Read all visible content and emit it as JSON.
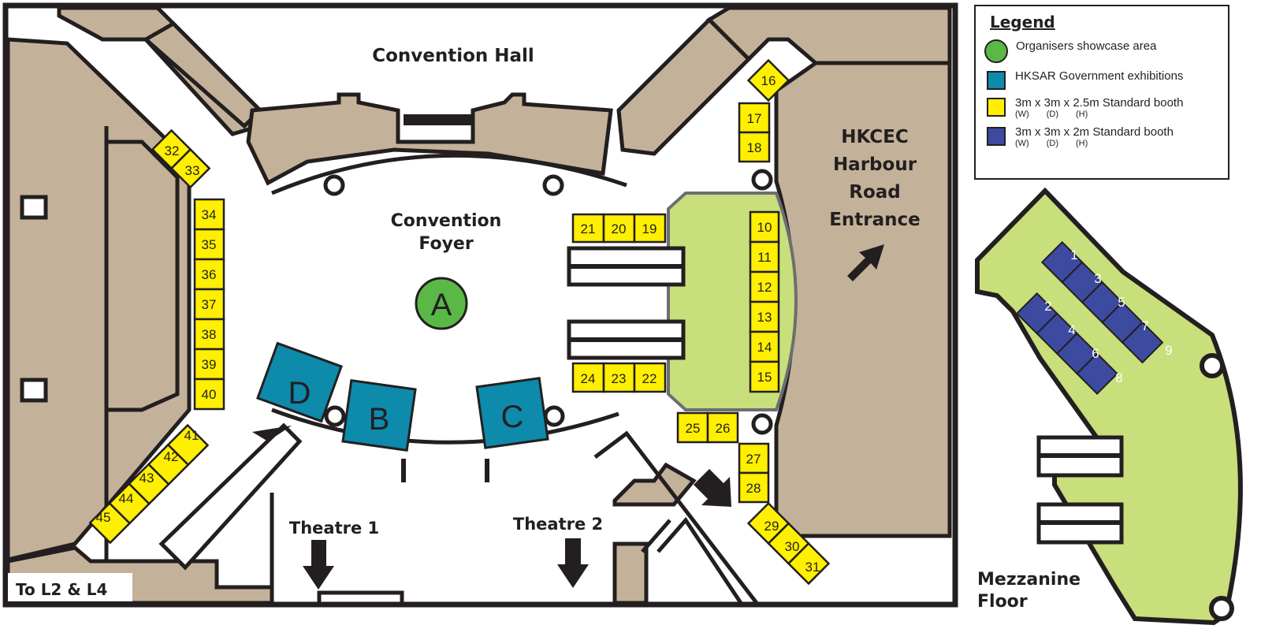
{
  "labels": {
    "convention_hall": "Convention Hall",
    "convention_foyer_1": "Convention",
    "convention_foyer_2": "Foyer",
    "entrance_1": "HKCEC",
    "entrance_2": "Harbour",
    "entrance_3": "Road",
    "entrance_4": "Entrance",
    "theatre_1": "Theatre 1",
    "theatre_2": "Theatre 2",
    "to_levels": "To L2 & L4",
    "mezzanine_1": "Mezzanine",
    "mezzanine_2": "Floor"
  },
  "zones": {
    "a": "A",
    "b": "B",
    "c": "C",
    "d": "D"
  },
  "legend": {
    "title": "Legend",
    "items": [
      {
        "label": "Organisers showcase area",
        "color": "#5ab946",
        "shape": "circle"
      },
      {
        "label": "HKSAR Government exhibitions",
        "color": "#0e8aab",
        "shape": "square"
      },
      {
        "label": "3m x 3m x 2.5m Standard booth",
        "color": "#ffef00",
        "shape": "square",
        "dims": [
          "(W)",
          "(D)",
          "(H)"
        ]
      },
      {
        "label": "3m x 3m x 2m Standard booth",
        "color": "#3c4aa0",
        "shape": "square",
        "dims": [
          "(W)",
          "(D)",
          "(H)"
        ]
      }
    ]
  },
  "booths": {
    "b10": "10",
    "b11": "11",
    "b12": "12",
    "b13": "13",
    "b14": "14",
    "b15": "15",
    "b16": "16",
    "b17": "17",
    "b18": "18",
    "b19": "19",
    "b20": "20",
    "b21": "21",
    "b22": "22",
    "b23": "23",
    "b24": "24",
    "b25": "25",
    "b26": "26",
    "b27": "27",
    "b28": "28",
    "b29": "29",
    "b30": "30",
    "b31": "31",
    "b32": "32",
    "b33": "33",
    "b34": "34",
    "b35": "35",
    "b36": "36",
    "b37": "37",
    "b38": "38",
    "b39": "39",
    "b40": "40",
    "b41": "41",
    "b42": "42",
    "b43": "43",
    "b44": "44",
    "b45": "45"
  },
  "mezz_booths": {
    "m1": "1",
    "m2": "2",
    "m3": "3",
    "m4": "4",
    "m5": "5",
    "m6": "6",
    "m7": "7",
    "m8": "8",
    "m9": "9"
  },
  "colors": {
    "building": "#c3b299",
    "outline": "#231f20",
    "showcase_green": "#c8df7b",
    "booth_yellow": "#ffef00",
    "gov_teal": "#0e8aab",
    "booth_blue": "#3c4aa0",
    "zone_a_green": "#5ab946"
  }
}
